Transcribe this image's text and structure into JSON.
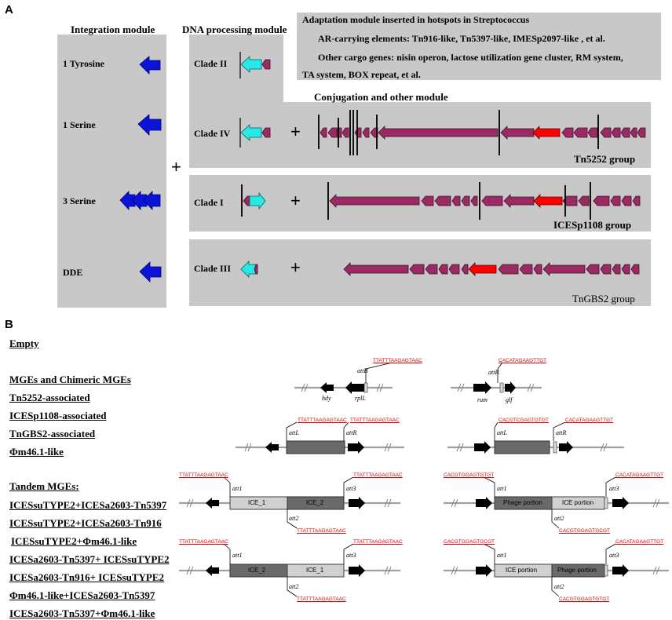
{
  "panel_a": {
    "letter": "A",
    "integration": {
      "title": "Integration module",
      "items": [
        "1 Tyrosine",
        "1 Serine",
        "3 Serine",
        "DDE"
      ]
    },
    "dna_processing": {
      "title": "DNA processing module",
      "clades": [
        "Clade II",
        "Clade IV",
        "Clade I",
        "Clade III"
      ]
    },
    "adaptation": {
      "line1": "Adaptation module inserted in hotspots in Streptococcus",
      "line2": "AR-carrying elements: Tn916-like, Tn5397-like, IMESp2097-like , et al.",
      "line3": "Other cargo genes: nisin operon, lactose utilization gene cluster, RM system,",
      "line4": "TA system, BOX repeat, et al."
    },
    "conjugation_title": "Conjugation and other module",
    "plus": "+",
    "groups": [
      "Tn5252 group",
      "ICESp1108 group",
      "TnGBS2 group"
    ],
    "colors": {
      "box": "#c8c8c8",
      "integrase": "#0a14d8",
      "relaxase": "#29e8e8",
      "conj": "#9a2a62",
      "red": "#ff0000"
    }
  },
  "panel_b": {
    "letter": "B",
    "labels": {
      "empty": "Empty",
      "mges_title": "MGEs and Chimeric MGEs",
      "tn5252": "Tn5252-associated",
      "icesp1108": "ICESp1108-associated",
      "tngbs2": "TnGBS2-associated",
      "phi": "Φm46.1-like",
      "tandem_title": "Tandem MGEs:",
      "t1": "ICESsuTYPE2+ICESa2603-Tn5397",
      "t2": "ICESsuTYPE2+ICESa2603-Tn916",
      "t3": "ICESsuTYPE2+Φm46.1-like",
      "t4": "ICESa2603-Tn5397+ ICESsuTYPE2",
      "t5": "ICESa2603-Tn916+ ICESsuTYPE2",
      "t6": "Φm46.1-like+ICESa2603-Tn5397",
      "t7": "ICESa2603-Tn5397+Φm46.1-like"
    },
    "seqs": {
      "rpl": "TTATTTAAGAGTAAC",
      "rum": "CACATAGAAGTTGT",
      "rum_l": "CACGTCGAGTGTGT",
      "cacgt": "CACGTGGAGTGTGT",
      "cacgt_c": "CACGTGGAGTGCGT",
      "cacgt2": "CACGTGGAGTGTGT",
      "cacgt_c2": "CACGTGGAGTGCGT"
    },
    "atts": {
      "attB": "attB",
      "attL": "attL",
      "attR": "attR",
      "att1": "att1",
      "att2": "att2",
      "att3": "att3"
    },
    "genes": {
      "hdy": "hdy",
      "rplL": "rplL",
      "rum": "rum",
      "glf": "glf"
    },
    "segments": {
      "ice1": "ICE_1",
      "ice2": "ICE_2",
      "phage": "Phage portion",
      "ice_portion": "ICE portion"
    }
  }
}
